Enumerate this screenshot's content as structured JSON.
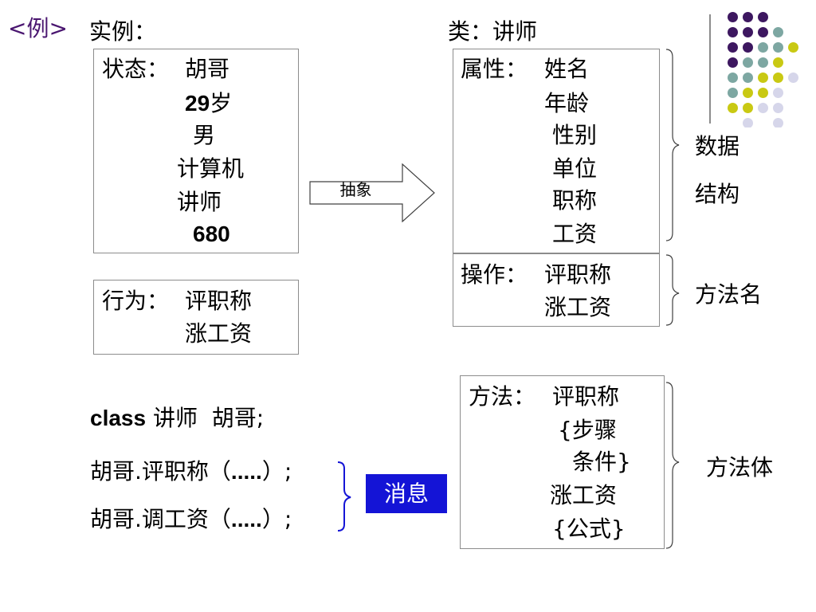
{
  "slide_tag": "<例>",
  "instance": {
    "heading": "实例：",
    "state_label": "状态：",
    "state_values": [
      "胡哥",
      "29",
      "岁",
      "男",
      "计算机",
      "讲师",
      "680"
    ],
    "behavior_label": "行为：",
    "behavior_values": [
      "评职称",
      "涨工资"
    ]
  },
  "abstraction_arrow": "抽象",
  "class_block": {
    "heading": "类：讲师",
    "attr_label": "属性：",
    "attrs": [
      "姓名",
      "年龄",
      "性别",
      "单位",
      "职称",
      "工资"
    ],
    "ops_label": "操作：",
    "ops": [
      "评职称",
      "涨工资"
    ],
    "data_structure": [
      "数据",
      "结构"
    ],
    "method_name": "方法名"
  },
  "method_block": {
    "label": "方法：",
    "lines": [
      "评职称",
      "{步骤",
      "条件}",
      "涨工资",
      "{公式}"
    ],
    "body_label": "方法体"
  },
  "code": {
    "decl_kw": "class",
    "decl_rest": " 讲师  胡哥;",
    "call1_obj": "胡哥.",
    "call1_method": "评职称（",
    "call1_args": ".....",
    "call1_end": "）;",
    "call2_obj": "胡哥.",
    "call2_method": "调工资（",
    "call2_args": ".....",
    "call2_end": "）;"
  },
  "message_label": "消息",
  "colors": {
    "tag": "#4a1670",
    "message_bg": "#1414d6",
    "brace_blue": "#1414d6",
    "dot_purple": "#3d1760",
    "dot_teal": "#7da7a2",
    "dot_yellow": "#c9c913",
    "dot_lavender": "#d6d6ea"
  }
}
